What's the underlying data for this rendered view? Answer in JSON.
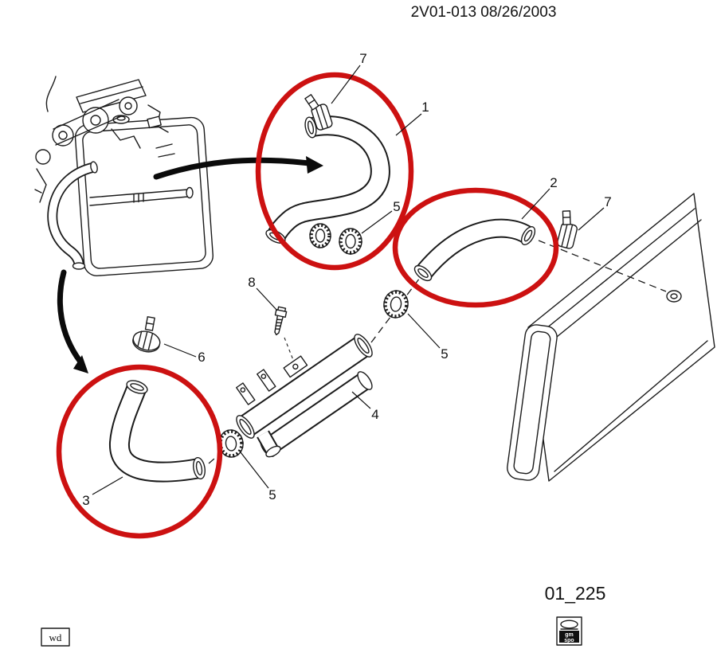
{
  "header": {
    "title": "2V01-013 08/26/2003"
  },
  "callouts": [
    {
      "label": "7"
    },
    {
      "label": "1"
    },
    {
      "label": "2"
    },
    {
      "label": "7"
    },
    {
      "label": "5"
    },
    {
      "label": "8"
    },
    {
      "label": "6"
    },
    {
      "label": "5"
    },
    {
      "label": "4"
    },
    {
      "label": "5"
    },
    {
      "label": "3"
    }
  ],
  "footer": {
    "figure_ref": "01_225",
    "watermark": "wd",
    "logo_top": "gm",
    "logo_bottom": "spo"
  },
  "colors": {
    "highlight": "#cc1111",
    "line": "#1b1b1b",
    "background": "#ffffff"
  }
}
